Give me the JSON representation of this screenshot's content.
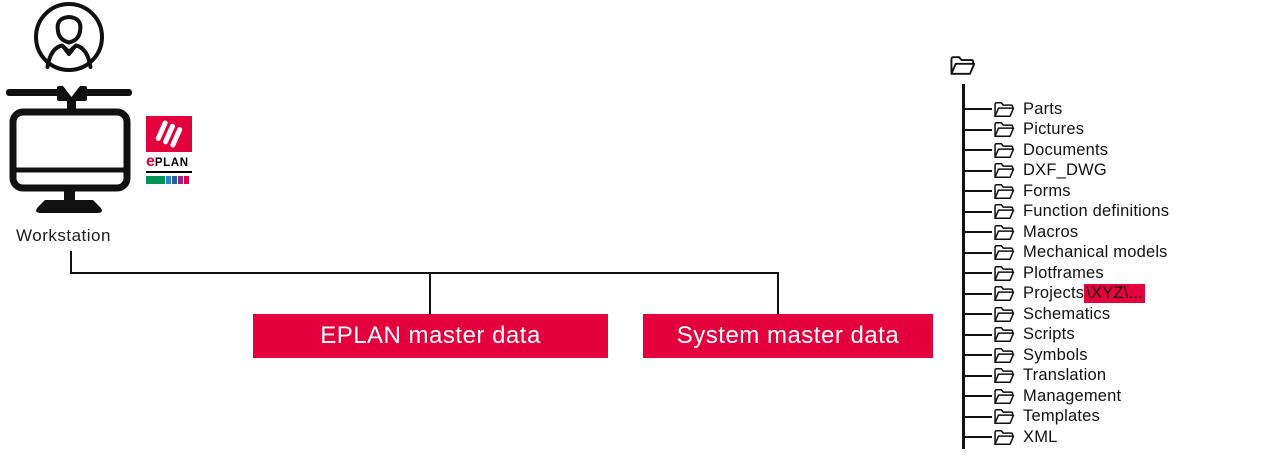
{
  "diagram": {
    "workstation_label": "Workstation",
    "logo": {
      "wordmark_e": "e",
      "wordmark_rest": "PLAN"
    },
    "boxes": [
      {
        "label": "EPLAN master data"
      },
      {
        "label": "System master data"
      }
    ],
    "tree": {
      "items": [
        {
          "label": "Parts"
        },
        {
          "label": "Pictures"
        },
        {
          "label": "Documents"
        },
        {
          "label": "DXF_DWG"
        },
        {
          "label": "Forms"
        },
        {
          "label": "Function definitions"
        },
        {
          "label": "Macros"
        },
        {
          "label": "Mechanical models"
        },
        {
          "label": "Plotframes"
        },
        {
          "label": "Projects",
          "highlight": "\\XYZ\\..."
        },
        {
          "label": "Schematics"
        },
        {
          "label": "Scripts"
        },
        {
          "label": "Symbols"
        },
        {
          "label": "Translation"
        },
        {
          "label": "Management"
        },
        {
          "label": "Templates"
        },
        {
          "label": "XML"
        }
      ]
    },
    "colors": {
      "accent_red": "#E4003C",
      "line": "#111111",
      "logo_bar_green": "#009357",
      "logo_bar_blue_light": "#2E86C3",
      "logo_bar_blue_dark": "#2A5CAA",
      "logo_bar_purple": "#96268E",
      "logo_bar_red": "#E4003C"
    }
  }
}
